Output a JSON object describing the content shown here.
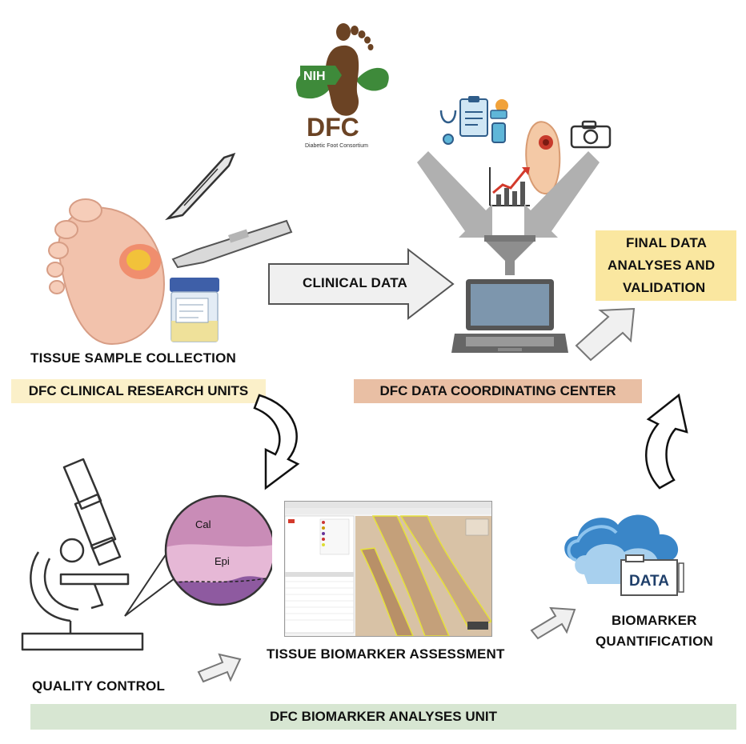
{
  "logo": {
    "badge": "NIH",
    "title": "DFC",
    "subtitle": "Diabetic Foot Consortium"
  },
  "labels": {
    "tissue_sample_collection": "TISSUE SAMPLE COLLECTION",
    "clinical_research_units": "DFC CLINICAL RESEARCH UNITS",
    "clinical_data": "CLINICAL DATA",
    "final_line1": "FINAL DATA",
    "final_line2": "ANALYSES AND",
    "final_line3": "VALIDATION",
    "data_coordinating_center": "DFC DATA COORDINATING CENTER",
    "quality_control": "QUALITY CONTROL",
    "tissue_biomarker_assessment": "TISSUE BIOMARKER ASSESSMENT",
    "biomarker_line1": "BIOMARKER",
    "biomarker_line2": "QUANTIFICATION",
    "biomarker_analyses_unit": "DFC BIOMARKER ANALYSES UNIT"
  },
  "histology": {
    "label_top": "Cal",
    "label_bottom": "Epi"
  },
  "data_cloud": {
    "folder_label": "DATA"
  },
  "colors": {
    "research_units_band": "#fbf0c9",
    "coordinating_center_band": "#e9bfa4",
    "final_box": "#fae7a0",
    "analyses_unit_band": "#d7e6d2",
    "foot_brown": "#6b4324",
    "leaf_green": "#3e8a3a",
    "arrow_gray": "#b0b0b0"
  }
}
